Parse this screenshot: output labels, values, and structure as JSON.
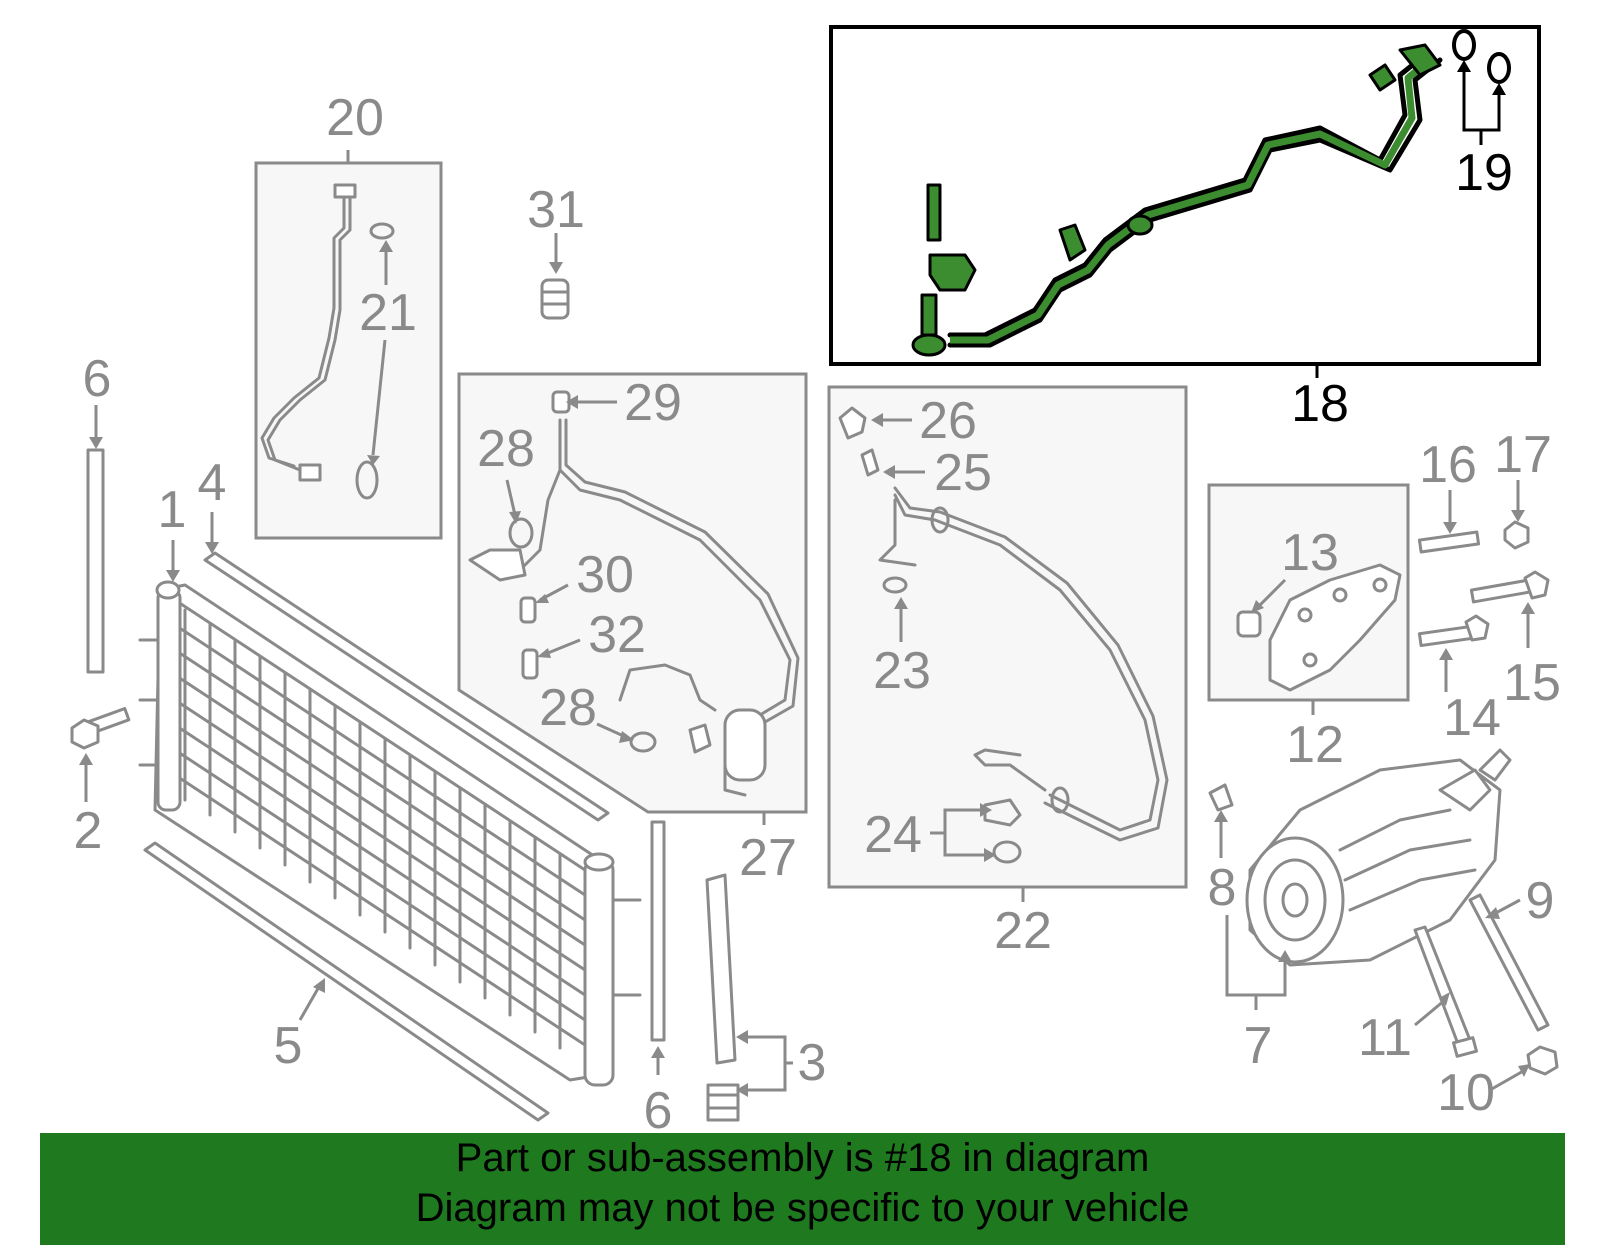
{
  "callouts": {
    "c1": "1",
    "c2": "2",
    "c3": "3",
    "c4": "4",
    "c5": "5",
    "c6a": "6",
    "c6b": "6",
    "c7": "7",
    "c8": "8",
    "c9": "9",
    "c10": "10",
    "c11": "11",
    "c12": "12",
    "c13": "13",
    "c14": "14",
    "c15": "15",
    "c16": "16",
    "c17": "17",
    "c18": "18",
    "c19": "19",
    "c20": "20",
    "c21": "21",
    "c22": "22",
    "c23": "23",
    "c24": "24",
    "c25": "25",
    "c26": "26",
    "c27": "27",
    "c28a": "28",
    "c28b": "28",
    "c29": "29",
    "c30": "30",
    "c31": "31",
    "c32": "32"
  },
  "highlight": {
    "part": "18",
    "color": "#3c8d2f"
  },
  "banner": {
    "line1": "Part or sub-assembly is #18 in diagram",
    "line2": "Diagram may not be specific to your vehicle",
    "color": "#1f7a1f"
  }
}
